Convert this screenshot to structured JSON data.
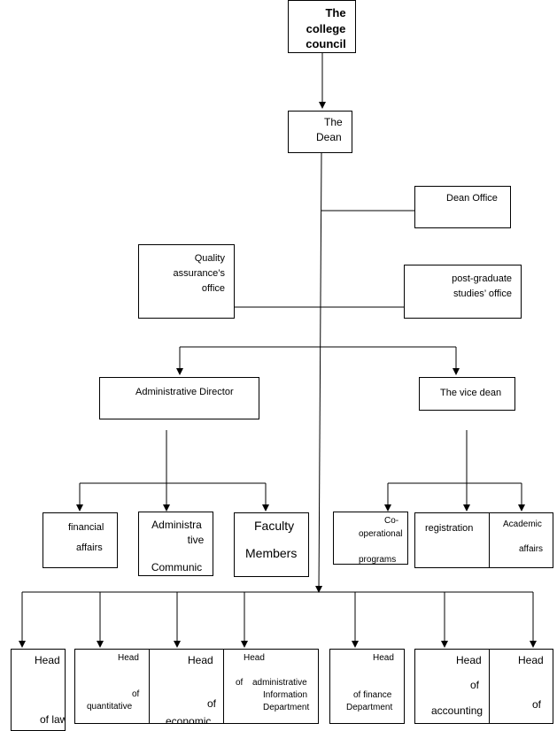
{
  "nodes": {
    "college_council": {
      "lines": [
        "The",
        "college",
        "council"
      ]
    },
    "dean": {
      "lines": [
        "The",
        "Dean"
      ]
    },
    "dean_office": {
      "label": "Dean Office"
    },
    "quality": {
      "lines": [
        "Quality",
        "assurance’s",
        "office"
      ]
    },
    "postgrad": {
      "lines": [
        "post-graduate",
        "studies’ office"
      ]
    },
    "admin_director": {
      "label": "Administrative Director"
    },
    "vice_dean": {
      "label": "The vice dean"
    },
    "financial": {
      "lines": [
        "financial",
        "affairs"
      ]
    },
    "admin_comm": {
      "lines": [
        "Administra",
        "tive",
        "Communic"
      ]
    },
    "faculty": {
      "lines": [
        "Faculty",
        "Members"
      ]
    },
    "coop": {
      "lines": [
        "Co-",
        "operational",
        "programs"
      ]
    },
    "registration": {
      "label": "registration"
    },
    "academic": {
      "lines": [
        "Academic",
        "affairs"
      ]
    },
    "head_law": {
      "lines": [
        "Head",
        "of law"
      ]
    },
    "head_quant": {
      "lines": [
        "Head",
        "of",
        "quantitative"
      ]
    },
    "head_econ": {
      "lines": [
        "Head",
        "of",
        "economic"
      ]
    },
    "head_admin_info": {
      "lines": [
        "Head",
        "of",
        "administrative",
        "Information",
        "Department"
      ]
    },
    "head_finance": {
      "lines": [
        "Head",
        "of finance",
        "Department"
      ]
    },
    "head_accounting": {
      "lines": [
        "Head",
        "of",
        "accounting"
      ]
    },
    "head_last": {
      "lines": [
        "Head",
        "of"
      ]
    }
  }
}
